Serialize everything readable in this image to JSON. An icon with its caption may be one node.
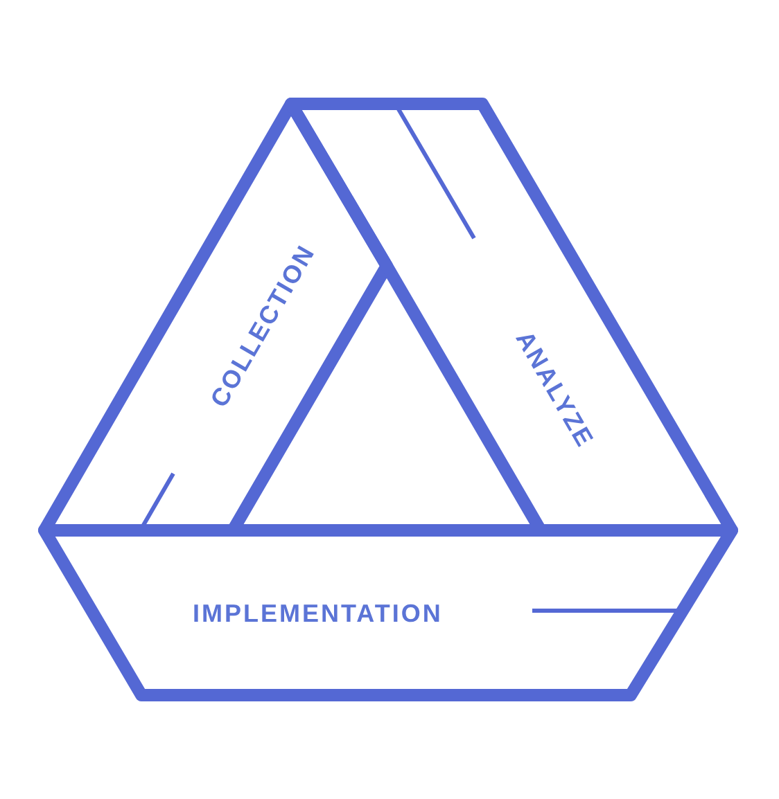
{
  "diagram": {
    "nodes": [
      {
        "text": [
          "COLLECTION"
        ]
      },
      {
        "text": [
          "ANALYZE"
        ]
      },
      {
        "text": [
          "IMPLEMENTATION"
        ]
      }
    ]
  }
}
